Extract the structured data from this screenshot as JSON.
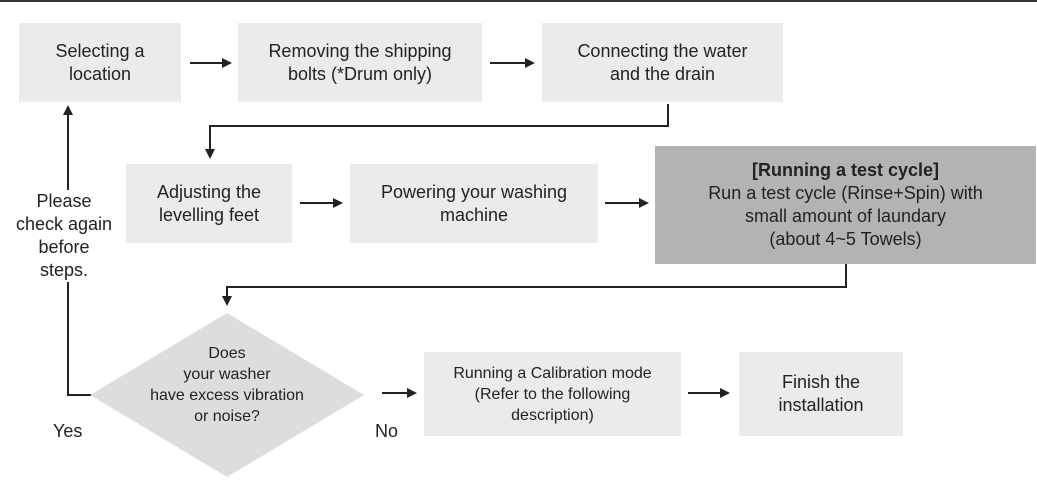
{
  "diagram": {
    "steps": {
      "selecting_location": [
        "Selecting a",
        "location"
      ],
      "removing_bolts": [
        "Removing the shipping",
        "bolts (*Drum only)"
      ],
      "connecting_water": [
        "Connecting the water",
        "and the drain"
      ],
      "adjusting_feet": [
        "Adjusting the",
        "levelling feet"
      ],
      "powering_machine": [
        "Powering your washing",
        "machine"
      ],
      "test_cycle": {
        "heading": "[Running a test cycle]",
        "lines": [
          "Run a test cycle (Rinse+Spin) with",
          "small amount of laundary",
          "(about 4~5 Towels)"
        ]
      },
      "calibration": [
        "Running a Calibration mode",
        "(Refer to the following",
        "description)"
      ],
      "finish": [
        "Finish the",
        "installation"
      ]
    },
    "decision": [
      "Does",
      "your washer",
      "have excess vibration",
      "or noise?"
    ],
    "yes_label": "Yes",
    "no_label": "No",
    "loop_note": [
      "Please",
      "check again",
      "before",
      "steps."
    ]
  },
  "colors": {
    "box": "#ebebeb",
    "highlight_box": "#b3b3b3",
    "connector": "#222222",
    "diamond": "#dddddd"
  }
}
